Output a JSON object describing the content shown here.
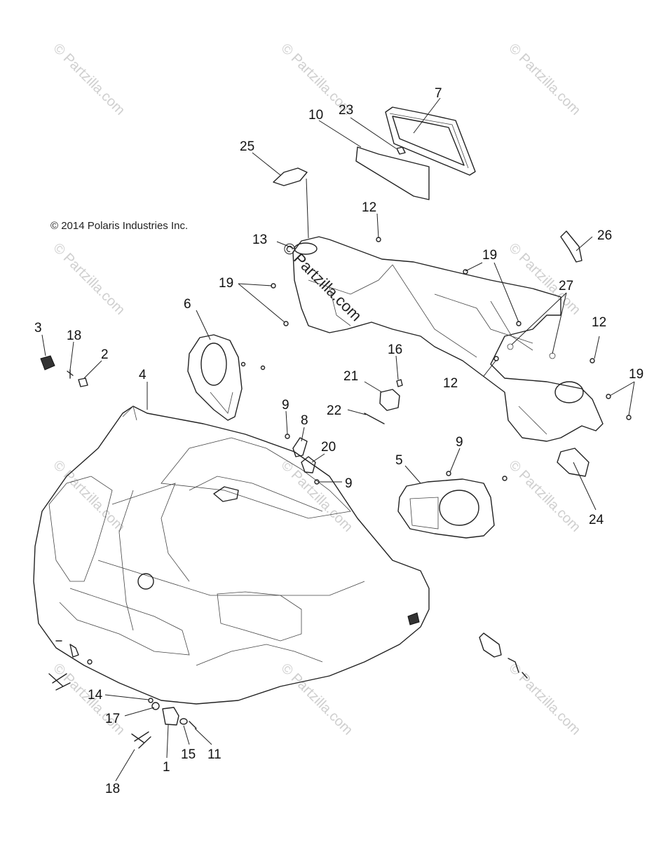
{
  "copyright": "© 2014 Polaris Industries Inc.",
  "watermark": "© Partzilla.com",
  "callouts": [
    {
      "id": "c7",
      "text": "7"
    },
    {
      "id": "c23",
      "text": "23"
    },
    {
      "id": "c10",
      "text": "10"
    },
    {
      "id": "c25",
      "text": "25"
    },
    {
      "id": "c12a",
      "text": "12"
    },
    {
      "id": "c13",
      "text": "13"
    },
    {
      "id": "c26",
      "text": "26"
    },
    {
      "id": "c19a",
      "text": "19"
    },
    {
      "id": "c19b",
      "text": "19"
    },
    {
      "id": "c27",
      "text": "27"
    },
    {
      "id": "c6",
      "text": "6"
    },
    {
      "id": "c3",
      "text": "3"
    },
    {
      "id": "c18a",
      "text": "18"
    },
    {
      "id": "c2",
      "text": "2"
    },
    {
      "id": "c16",
      "text": "16"
    },
    {
      "id": "c12b",
      "text": "12"
    },
    {
      "id": "c12c",
      "text": "12"
    },
    {
      "id": "c19c",
      "text": "19"
    },
    {
      "id": "c21",
      "text": "21"
    },
    {
      "id": "c4",
      "text": "4"
    },
    {
      "id": "c9a",
      "text": "9"
    },
    {
      "id": "c22",
      "text": "22"
    },
    {
      "id": "c8",
      "text": "8"
    },
    {
      "id": "c20",
      "text": "20"
    },
    {
      "id": "c9b",
      "text": "9"
    },
    {
      "id": "c9c",
      "text": "9"
    },
    {
      "id": "c5",
      "text": "5"
    },
    {
      "id": "c24",
      "text": "24"
    },
    {
      "id": "c14",
      "text": "14"
    },
    {
      "id": "c17",
      "text": "17"
    },
    {
      "id": "c15",
      "text": "15"
    },
    {
      "id": "c11",
      "text": "11"
    },
    {
      "id": "c1",
      "text": "1"
    },
    {
      "id": "c18b",
      "text": "18"
    }
  ]
}
